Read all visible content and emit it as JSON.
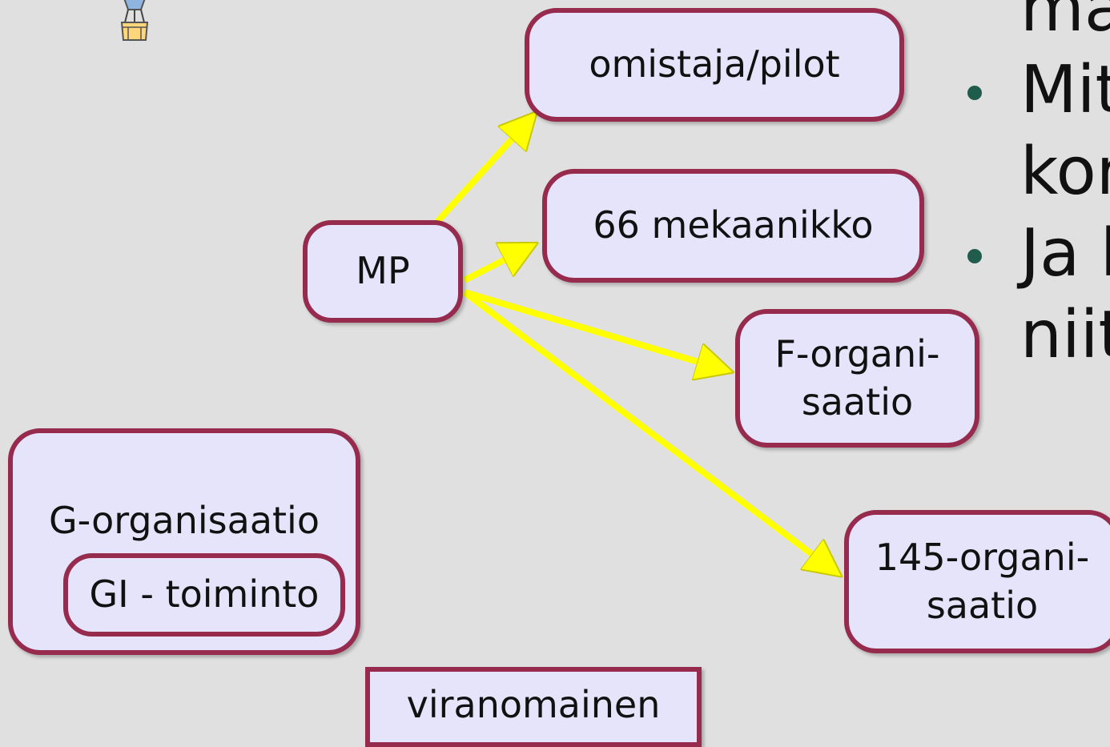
{
  "nodes": {
    "omistaja": "omistaja/pilot",
    "mekaanikko": "66 mekaanikko",
    "mp": "MP",
    "f_org": "F-organi-\nsaatio",
    "org145": "145-organi-\nsaatio",
    "g_org": "G-organisaatio",
    "gi": "GI - toiminto",
    "viranomainen": "viranomainen"
  },
  "bullets": [
    {
      "text": "ma",
      "bold": ""
    },
    {
      "text": "Mit",
      "bold": ""
    },
    {
      "text": "kon",
      "bold": ""
    },
    {
      "text": "Ja ",
      "bold": "k"
    },
    {
      "text": "niit",
      "bold": ""
    }
  ],
  "colors": {
    "background": "#e0e0e0",
    "box_fill": "#e5e4fb",
    "box_border": "#962b4e",
    "arrow": "#ffff00",
    "bullet": "#1f5c4b"
  },
  "icons": {
    "balloon": "hot-air-balloon-icon"
  }
}
